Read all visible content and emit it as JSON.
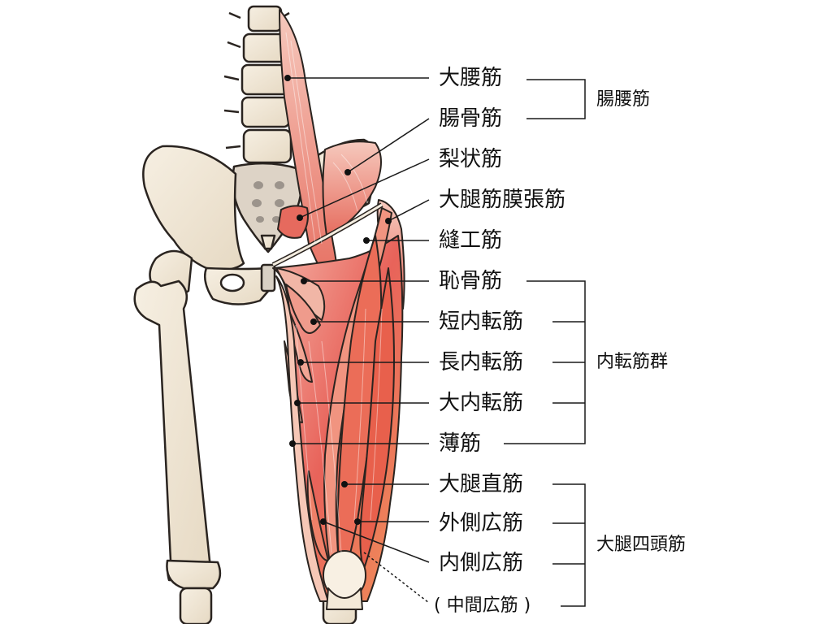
{
  "labels": [
    "大腰筋",
    "腸骨筋",
    "梨状筋",
    "大腿筋膜張筋",
    "縫工筋",
    "恥骨筋",
    "短内転筋",
    "長内転筋",
    "大内転筋",
    "薄筋",
    "大腿直筋",
    "外側広筋",
    "内側広筋",
    "( 中間広筋 )"
  ],
  "groups": {
    "iliopsoas": "腸腰筋",
    "adductors": "内転筋群",
    "quadriceps": "大腿四頭筋"
  },
  "colors": {
    "bone": "#f1e8d8",
    "bone_outline": "#2a2420",
    "muscle": "#e86a62",
    "muscle_light": "#f3b7a8",
    "muscle_dark": "#c93a33",
    "line": "#1a1a1a"
  }
}
